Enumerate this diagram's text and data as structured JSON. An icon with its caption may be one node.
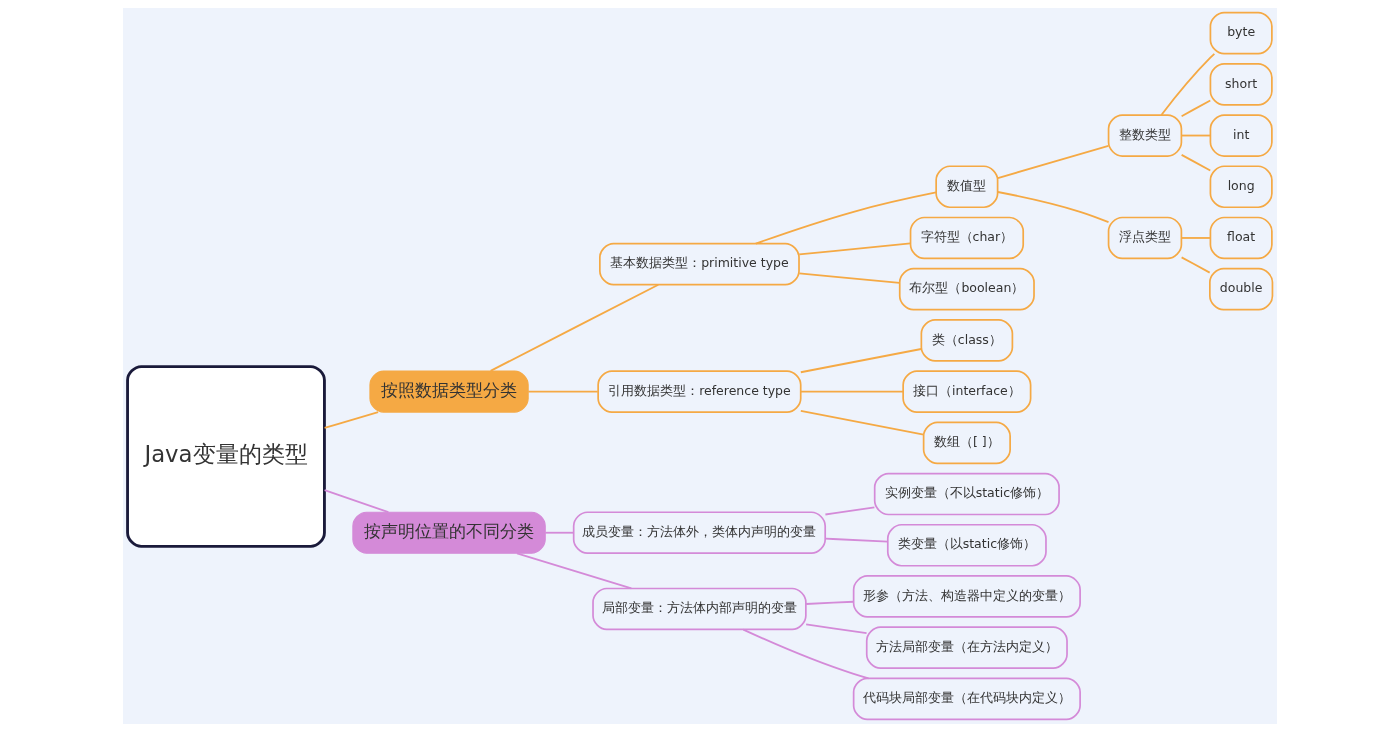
{
  "diagram": {
    "nodes": [
      {
        "text": [
          "Java变量的类型"
        ]
      },
      {
        "text": [
          "按照数据类型分类"
        ]
      },
      {
        "text": [
          "基本数据类型：primitive type"
        ]
      },
      {
        "text": [
          "数值型"
        ]
      },
      {
        "text": [
          "整数类型"
        ]
      },
      {
        "text": [
          "byte"
        ]
      },
      {
        "text": [
          "short"
        ]
      },
      {
        "text": [
          "int"
        ]
      },
      {
        "text": [
          "long"
        ]
      },
      {
        "text": [
          "浮点类型"
        ]
      },
      {
        "text": [
          "float"
        ]
      },
      {
        "text": [
          "double"
        ]
      },
      {
        "text": [
          "字符型（char）"
        ]
      },
      {
        "text": [
          "布尔型（boolean）"
        ]
      },
      {
        "text": [
          "引用数据类型：reference type"
        ]
      },
      {
        "text": [
          "类（class）"
        ]
      },
      {
        "text": [
          "接口（interface）"
        ]
      },
      {
        "text": [
          "数组（[ ]）"
        ]
      },
      {
        "text": [
          "按声明位置的不同分类"
        ]
      },
      {
        "text": [
          "成员变量：方法体外，类体内声明的变量"
        ]
      },
      {
        "text": [
          "实例变量（不以static修饰）"
        ]
      },
      {
        "text": [
          "类变量（以static修饰）"
        ]
      },
      {
        "text": [
          "局部变量：方法体内部声明的变量"
        ]
      },
      {
        "text": [
          "形参（方法、构造器中定义的变量）"
        ]
      },
      {
        "text": [
          "方法局部变量（在方法内定义）"
        ]
      },
      {
        "text": [
          "代码块局部变量（在代码块内定义）"
        ]
      }
    ],
    "edges": [
      {
        "from": 0,
        "to": 1,
        "arrow": "none"
      },
      {
        "from": 1,
        "to": 2,
        "arrow": "none"
      },
      {
        "from": 2,
        "to": 3,
        "arrow": "none"
      },
      {
        "from": 3,
        "to": 4,
        "arrow": "none"
      },
      {
        "from": 4,
        "to": 5,
        "arrow": "none"
      },
      {
        "from": 4,
        "to": 6,
        "arrow": "none"
      },
      {
        "from": 4,
        "to": 7,
        "arrow": "none"
      },
      {
        "from": 4,
        "to": 8,
        "arrow": "none"
      },
      {
        "from": 3,
        "to": 9,
        "arrow": "none"
      },
      {
        "from": 9,
        "to": 10,
        "arrow": "none"
      },
      {
        "from": 9,
        "to": 11,
        "arrow": "none"
      },
      {
        "from": 2,
        "to": 12,
        "arrow": "none"
      },
      {
        "from": 2,
        "to": 13,
        "arrow": "none"
      },
      {
        "from": 1,
        "to": 14,
        "arrow": "none"
      },
      {
        "from": 14,
        "to": 15,
        "arrow": "none"
      },
      {
        "from": 14,
        "to": 16,
        "arrow": "none"
      },
      {
        "from": 14,
        "to": 17,
        "arrow": "none"
      },
      {
        "from": 0,
        "to": 18,
        "arrow": "none",
        "color": "#d48ad8"
      },
      {
        "from": 18,
        "to": 19,
        "arrow": "none",
        "color": "#d48ad8"
      },
      {
        "from": 19,
        "to": 20,
        "arrow": "none",
        "color": "#d48ad8"
      },
      {
        "from": 19,
        "to": 21,
        "arrow": "none",
        "color": "#d48ad8"
      },
      {
        "from": 18,
        "to": 22,
        "arrow": "none",
        "color": "#d48ad8"
      },
      {
        "from": 22,
        "to": 23,
        "arrow": "none",
        "color": "#d48ad8"
      },
      {
        "from": 22,
        "to": 24,
        "arrow": "none",
        "color": "#d48ad8"
      },
      {
        "from": 22,
        "to": 25,
        "arrow": "none",
        "color": "#d48ad8"
      }
    ]
  }
}
